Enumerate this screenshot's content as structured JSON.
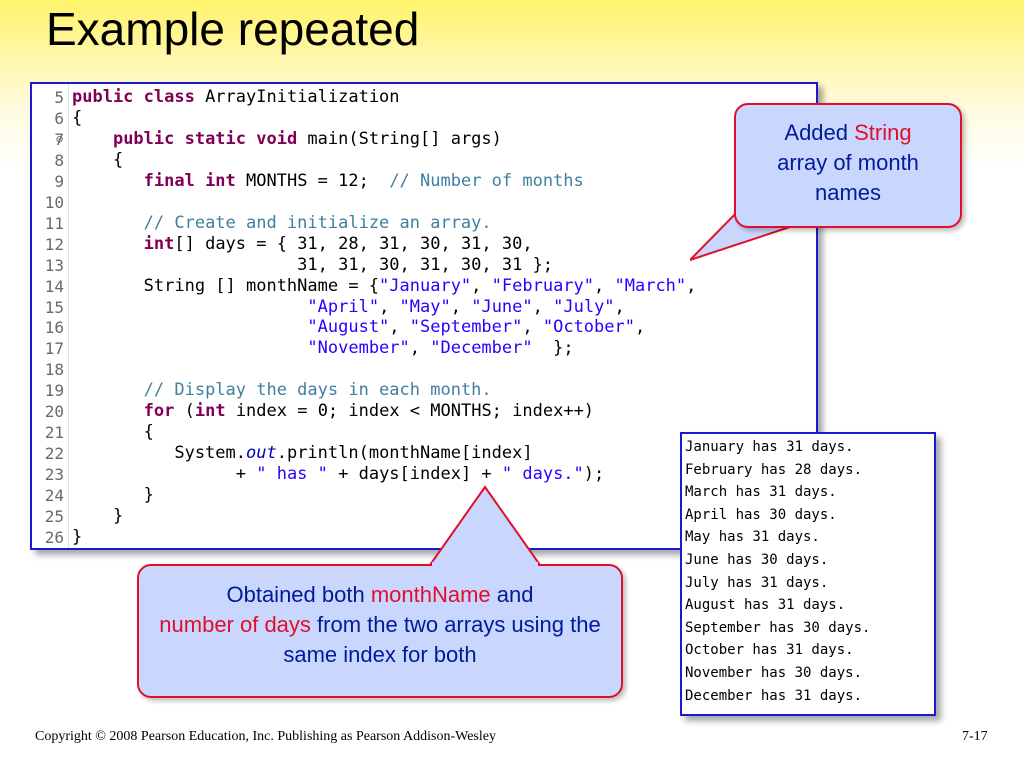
{
  "slide": {
    "title": "Example repeated",
    "footer_left": "Copyright © 2008 Pearson Education, Inc. Publishing as Pearson Addison-Wesley",
    "footer_right": "7-17"
  },
  "code": {
    "lines": [
      {
        "n": "5",
        "marker": "",
        "parts": [
          {
            "t": "kw",
            "v": "public class"
          },
          {
            "t": "pl",
            "v": " ArrayInitialization"
          }
        ]
      },
      {
        "n": "6",
        "marker": "",
        "parts": [
          {
            "t": "pl",
            "v": "{"
          }
        ]
      },
      {
        "n": "7",
        "marker": "⊖",
        "parts": [
          {
            "t": "pl",
            "v": "    "
          },
          {
            "t": "kw",
            "v": "public static void"
          },
          {
            "t": "pl",
            "v": " main(String[] args)"
          }
        ]
      },
      {
        "n": "8",
        "marker": "",
        "parts": [
          {
            "t": "pl",
            "v": "    {"
          }
        ]
      },
      {
        "n": "9",
        "marker": "",
        "parts": [
          {
            "t": "pl",
            "v": "       "
          },
          {
            "t": "kw",
            "v": "final int"
          },
          {
            "t": "pl",
            "v": " MONTHS = 12;  "
          },
          {
            "t": "cm",
            "v": "// Number of months"
          }
        ]
      },
      {
        "n": "10",
        "marker": "",
        "parts": [
          {
            "t": "pl",
            "v": ""
          }
        ]
      },
      {
        "n": "11",
        "marker": "",
        "parts": [
          {
            "t": "pl",
            "v": "       "
          },
          {
            "t": "cm",
            "v": "// Create and initialize an array."
          }
        ]
      },
      {
        "n": "12",
        "marker": "",
        "parts": [
          {
            "t": "pl",
            "v": "       "
          },
          {
            "t": "kw",
            "v": "int"
          },
          {
            "t": "pl",
            "v": "[] days = { 31, 28, 31, 30, 31, 30,"
          }
        ]
      },
      {
        "n": "13",
        "marker": "",
        "parts": [
          {
            "t": "pl",
            "v": "                      31, 31, 30, 31, 30, 31 };"
          }
        ]
      },
      {
        "n": "14",
        "marker": "",
        "parts": [
          {
            "t": "pl",
            "v": "       String [] monthName = {"
          },
          {
            "t": "str",
            "v": "\"January\""
          },
          {
            "t": "pl",
            "v": ", "
          },
          {
            "t": "str",
            "v": "\"February\""
          },
          {
            "t": "pl",
            "v": ", "
          },
          {
            "t": "str",
            "v": "\"March\""
          },
          {
            "t": "pl",
            "v": ","
          }
        ]
      },
      {
        "n": "15",
        "marker": "",
        "parts": [
          {
            "t": "pl",
            "v": "                       "
          },
          {
            "t": "str",
            "v": "\"April\""
          },
          {
            "t": "pl",
            "v": ", "
          },
          {
            "t": "str",
            "v": "\"May\""
          },
          {
            "t": "pl",
            "v": ", "
          },
          {
            "t": "str",
            "v": "\"June\""
          },
          {
            "t": "pl",
            "v": ", "
          },
          {
            "t": "str",
            "v": "\"July\""
          },
          {
            "t": "pl",
            "v": ","
          }
        ]
      },
      {
        "n": "16",
        "marker": "",
        "parts": [
          {
            "t": "pl",
            "v": "                       "
          },
          {
            "t": "str",
            "v": "\"August\""
          },
          {
            "t": "pl",
            "v": ", "
          },
          {
            "t": "str",
            "v": "\"September\""
          },
          {
            "t": "pl",
            "v": ", "
          },
          {
            "t": "str",
            "v": "\"October\""
          },
          {
            "t": "pl",
            "v": ","
          }
        ]
      },
      {
        "n": "17",
        "marker": "",
        "parts": [
          {
            "t": "pl",
            "v": "                       "
          },
          {
            "t": "str",
            "v": "\"November\""
          },
          {
            "t": "pl",
            "v": ", "
          },
          {
            "t": "str",
            "v": "\"December\""
          },
          {
            "t": "pl",
            "v": "  };"
          }
        ]
      },
      {
        "n": "18",
        "marker": "",
        "parts": [
          {
            "t": "pl",
            "v": ""
          }
        ]
      },
      {
        "n": "19",
        "marker": "",
        "parts": [
          {
            "t": "pl",
            "v": "       "
          },
          {
            "t": "cm",
            "v": "// Display the days in each month."
          }
        ]
      },
      {
        "n": "20",
        "marker": "",
        "parts": [
          {
            "t": "pl",
            "v": "       "
          },
          {
            "t": "kw",
            "v": "for"
          },
          {
            "t": "pl",
            "v": " ("
          },
          {
            "t": "kw",
            "v": "int"
          },
          {
            "t": "pl",
            "v": " index = 0; index < MONTHS; index++)"
          }
        ]
      },
      {
        "n": "21",
        "marker": "",
        "parts": [
          {
            "t": "pl",
            "v": "       {"
          }
        ]
      },
      {
        "n": "22",
        "marker": "",
        "parts": [
          {
            "t": "pl",
            "v": "          System."
          },
          {
            "t": "fld",
            "v": "out"
          },
          {
            "t": "pl",
            "v": ".println(monthName[index]"
          }
        ]
      },
      {
        "n": "23",
        "marker": "",
        "parts": [
          {
            "t": "pl",
            "v": "                + "
          },
          {
            "t": "str",
            "v": "\" has \""
          },
          {
            "t": "pl",
            "v": " + days[index] + "
          },
          {
            "t": "str",
            "v": "\" days.\""
          },
          {
            "t": "pl",
            "v": ");"
          }
        ]
      },
      {
        "n": "24",
        "marker": "",
        "parts": [
          {
            "t": "pl",
            "v": "       }"
          }
        ]
      },
      {
        "n": "25",
        "marker": "",
        "parts": [
          {
            "t": "pl",
            "v": "    }"
          }
        ]
      },
      {
        "n": "26",
        "marker": "",
        "parts": [
          {
            "t": "pl",
            "v": "}"
          }
        ]
      }
    ]
  },
  "callout_top": {
    "part1": "Added ",
    "part2": "String",
    "part3": "array of month names"
  },
  "callout_bottom": {
    "part1": "Obtained both ",
    "part2": "monthName",
    "part3": " and",
    "part4": "number of days",
    "part5": " from the two arrays using the same index for both"
  },
  "output": {
    "lines": [
      "January has 31 days.",
      "February has 28 days.",
      "March has 31 days.",
      "April has 30 days.",
      "May has 31 days.",
      "June has 30 days.",
      "July has 31 days.",
      "August has 31 days.",
      "September has 30 days.",
      "October has 31 days.",
      "November has 30 days.",
      "December has 31 days."
    ]
  },
  "colors": {
    "keyword": "#7f0055",
    "comment": "#3f7f9f",
    "string": "#2a00ff",
    "panel_border": "#1a1ad0",
    "callout_fill": "#c9d7ff",
    "callout_border": "#e0102a"
  }
}
